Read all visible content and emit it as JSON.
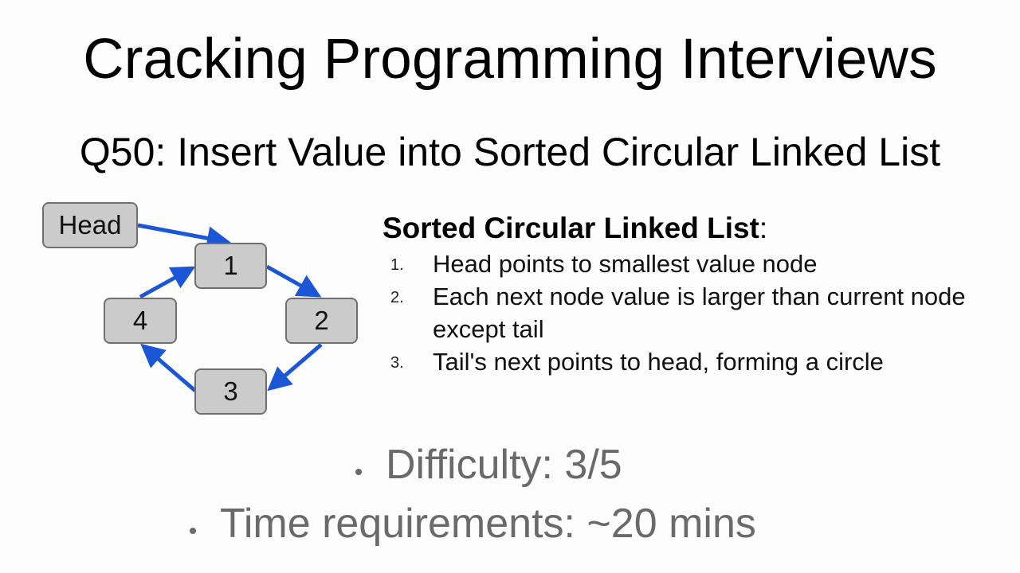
{
  "slide": {
    "title": "Cracking Programming Interviews",
    "subtitle": "Q50: Insert Value into Sorted Circular Linked List"
  },
  "diagram": {
    "head_label": "Head",
    "nodes": [
      {
        "value": "1"
      },
      {
        "value": "2"
      },
      {
        "value": "3"
      },
      {
        "value": "4"
      }
    ],
    "node_color": "#cbcbcb",
    "node_border_color": "#6f6f6f",
    "arrow_color": "#1a56d6"
  },
  "definition": {
    "heading": "Sorted Circular Linked List",
    "heading_suffix": ":",
    "items": [
      {
        "num": "1.",
        "text": "Head points to smallest value node"
      },
      {
        "num": "2.",
        "text": "Each next node value is larger than current node except tail"
      },
      {
        "num": "3.",
        "text": "Tail's next points to head, forming a circle"
      }
    ]
  },
  "bullets": [
    {
      "text": "Difficulty: 3/5"
    },
    {
      "text": "Time requirements: ~20 mins"
    }
  ],
  "colors": {
    "background": "#fdfdfd",
    "text": "#000000",
    "bullet_text": "#6a6a6a",
    "arrow": "#1a56d6"
  }
}
